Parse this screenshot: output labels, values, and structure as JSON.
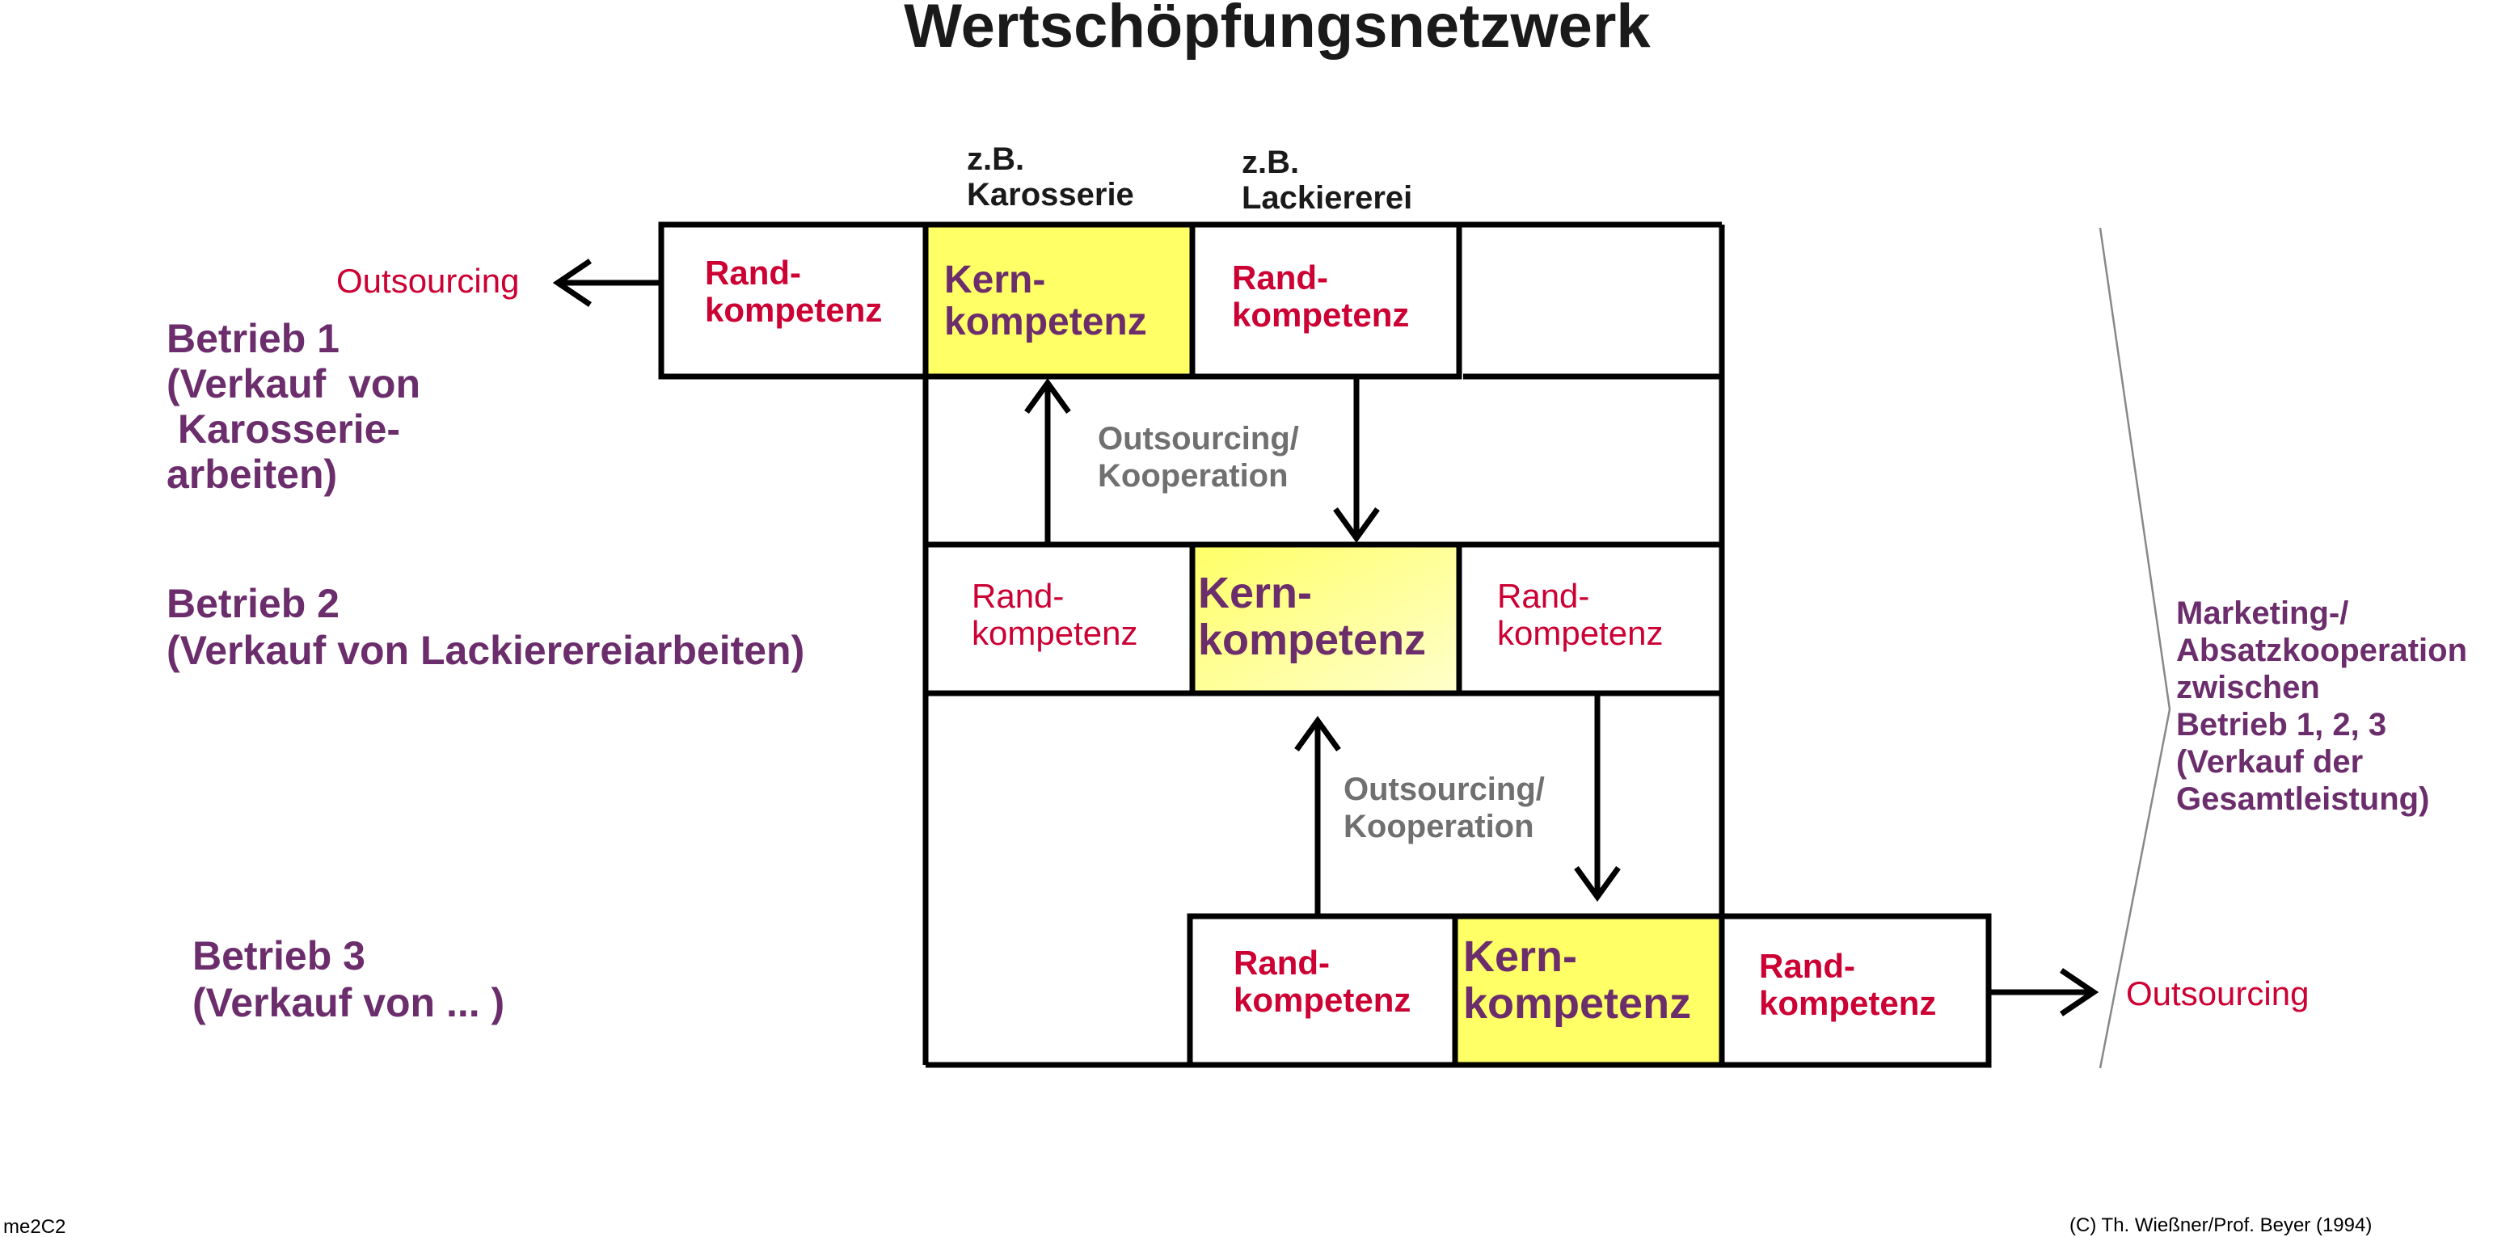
{
  "title": "Wertschöpfungsnetzwerk",
  "example_labels": {
    "col1": {
      "line1": "z.B.",
      "line2": "Karosserie"
    },
    "col2": {
      "line1": "z.B.",
      "line2": "Lackiererei"
    }
  },
  "betriebe": [
    {
      "name": "Betrieb 1",
      "desc": [
        "(Verkauf  von",
        " Karosserie-",
        "arbeiten)"
      ]
    },
    {
      "name": "Betrieb 2",
      "desc": [
        "(Verkauf von Lackierereiarbeiten)"
      ]
    },
    {
      "name": "Betrieb 3",
      "desc": [
        "(Verkauf von ... )"
      ]
    }
  ],
  "cells": {
    "rand": {
      "line1": "Rand-",
      "line2": "kompetenz"
    },
    "kern": {
      "line1": "Kern-",
      "line2": "kompetenz"
    }
  },
  "outsourcing_left": "Outsourcing",
  "outsourcing_right": "Outsourcing",
  "kooperation_1": {
    "line1": "Outsourcing/",
    "line2": "Kooperation"
  },
  "kooperation_2": {
    "line1": "Outsourcing/",
    "line2": "Kooperation"
  },
  "marketing": [
    "Marketing-/",
    "Absatzkooperation",
    "zwischen",
    "Betrieb 1, 2, 3",
    "(Verkauf der",
    "Gesamtleistung)"
  ],
  "footer_left": "me2C2",
  "footer_right": "(C) Th. Wießner/Prof. Beyer (1994)",
  "colors": {
    "title": "#1a1a1a",
    "betrieb": "#6b2d6b",
    "rand": "#cc0033",
    "kern": "#6b2d6b",
    "kern_fill": "#ffff66",
    "kern_fill_light": "#ffff99",
    "kooperation": "#707070",
    "line": "#000000"
  }
}
